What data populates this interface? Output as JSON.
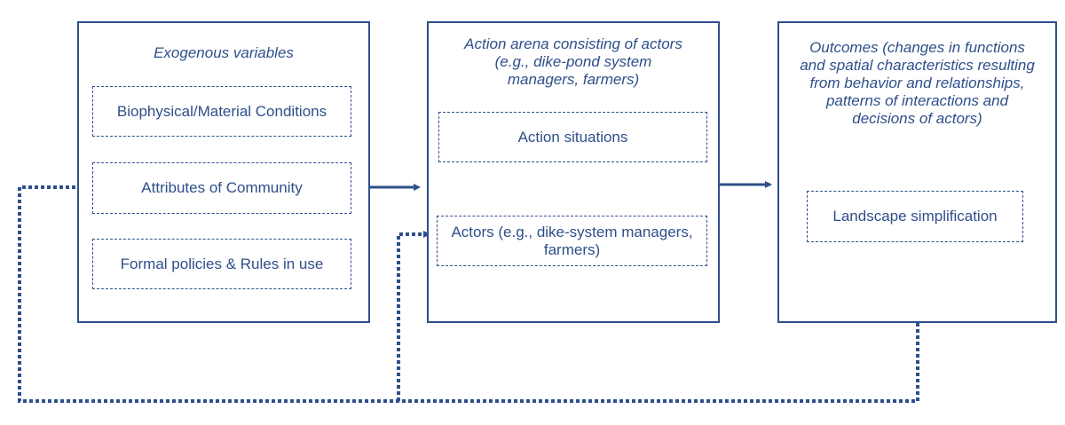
{
  "exogenous": {
    "title": "Exogenous variables",
    "items": [
      "Biophysical/Material Conditions",
      "Attributes of Community",
      "Formal policies & Rules in use"
    ]
  },
  "action_arena": {
    "title": "Action arena consisting of actors (e.g., dike-pond system managers, farmers)",
    "situations": "Action situations",
    "actors": "Actors (e.g., dike-system managers, farmers)"
  },
  "outcomes": {
    "title": "Outcomes (changes in functions and spatial characteristics resulting from behavior and relationships, patterns of interactions and decisions of actors)",
    "item": "Landscape simplification"
  },
  "colors": {
    "primary": "#2E4F8A"
  }
}
